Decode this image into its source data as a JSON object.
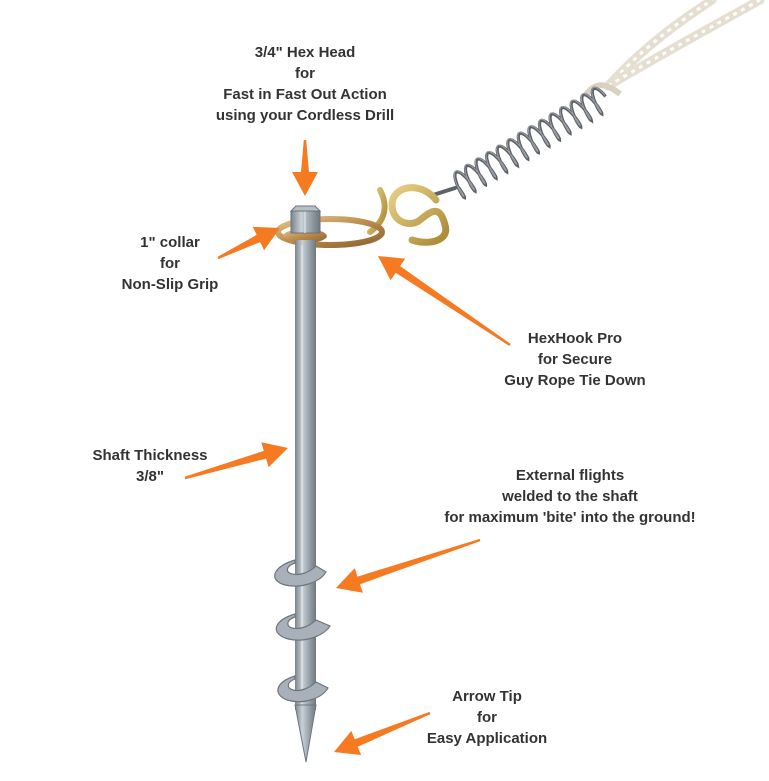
{
  "labels": {
    "hex_head": [
      "3/4\" Hex Head",
      "for",
      "Fast in Fast Out Action",
      "using your Cordless Drill"
    ],
    "collar": [
      "1\" collar",
      "for",
      "Non-Slip Grip"
    ],
    "hexhook": [
      "HexHook Pro",
      "for Secure",
      "Guy Rope Tie Down"
    ],
    "shaft": [
      "Shaft Thickness",
      "3/8\""
    ],
    "flights": [
      "External flights",
      "welded to the shaft",
      "for maximum 'bite' into the ground!"
    ],
    "tip": [
      "Arrow Tip",
      "for",
      "Easy Application"
    ]
  },
  "colors": {
    "arrow": "#f57a22",
    "text": "#333333",
    "steel": "#9aa3ab",
    "collar": "#c89a5a",
    "spring": "#5d6268",
    "rope": "#f2ece1"
  }
}
